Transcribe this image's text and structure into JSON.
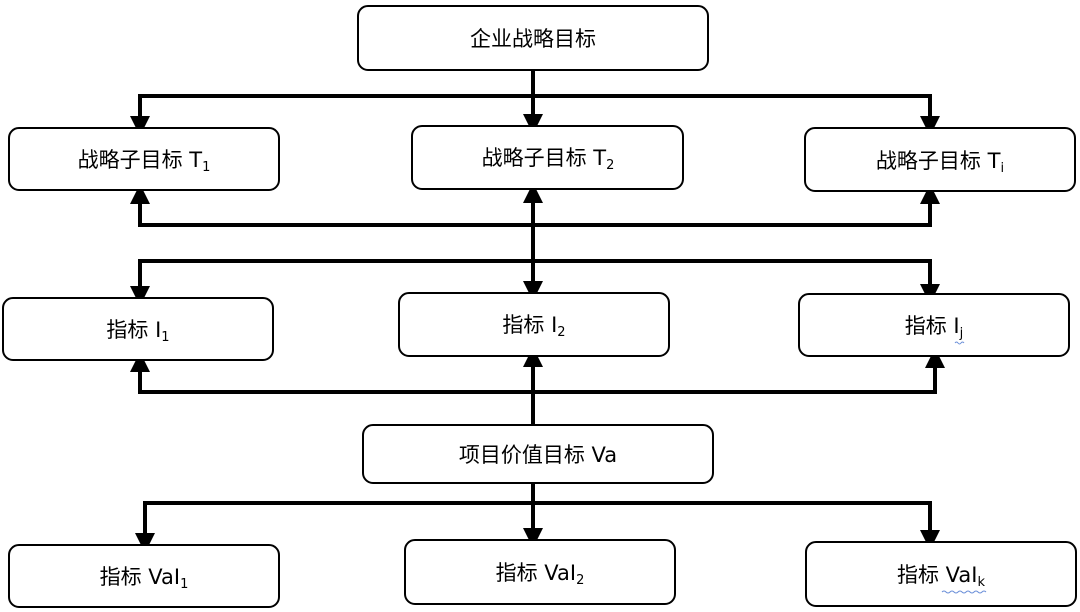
{
  "diagram": {
    "nodes": {
      "goal": {
        "main": "企业战略目标",
        "sub": ""
      },
      "t1": {
        "main": "战略子目标 T",
        "sub": "1"
      },
      "t2": {
        "main": "战略子目标 T",
        "sub": "2"
      },
      "ti": {
        "main": "战略子目标 T",
        "sub": "i"
      },
      "i1": {
        "main": "指标 I",
        "sub": "1"
      },
      "i2": {
        "main": "指标 I",
        "sub": "2"
      },
      "ij": {
        "main": "指标 I",
        "sub": "j"
      },
      "va": {
        "main": "项目价值目标 Va",
        "sub": ""
      },
      "val1": {
        "main": "指标 VaI",
        "sub": "1"
      },
      "val2": {
        "main": "指标 VaI",
        "sub": "2"
      },
      "valk": {
        "main": "指标 VaI",
        "sub": "k"
      }
    },
    "edges": [
      {
        "from": "goal",
        "to": [
          "t1",
          "t2",
          "ti"
        ]
      },
      {
        "from": "i2",
        "to": [
          "t1",
          "t2",
          "ti"
        ]
      },
      {
        "from": "t2",
        "to": [
          "i1",
          "i2",
          "ij"
        ]
      },
      {
        "from": "va",
        "to": [
          "i1",
          "i2",
          "ij"
        ]
      },
      {
        "from": "va",
        "to": [
          "val1",
          "val2",
          "valk"
        ]
      }
    ],
    "colors": {
      "line": "#000000",
      "box_fill": "#ffffff",
      "box_stroke": "#000000"
    }
  }
}
